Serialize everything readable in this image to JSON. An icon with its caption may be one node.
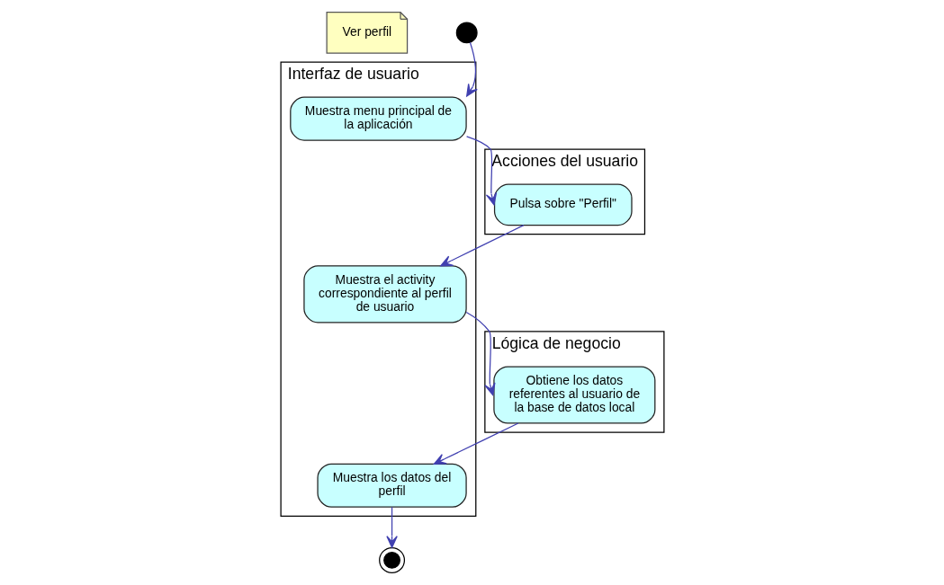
{
  "diagram": {
    "nodes": [
      {
        "text": [
          "Ver perfil"
        ]
      },
      {
        "text": [
          "Acciones del usuario"
        ]
      },
      {
        "text": [
          "Interfaz de usuario"
        ]
      },
      {
        "text": [
          "Lógica de negocio"
        ]
      },
      {
        "text": [],
        "shape": "circle"
      },
      {
        "text": [
          "Muestra menu principal de la aplicación"
        ],
        "in": 2
      },
      {
        "text": [
          "Pulsa sobre \"Perfil\""
        ],
        "in": 1
      },
      {
        "text": [
          "Muestra el activity correspondiente al perfil de usuario"
        ],
        "in": 2
      },
      {
        "text": [
          "Obtiene los datos referentes al usuario de la base de datos local"
        ],
        "in": 3
      },
      {
        "text": [
          "Muestra los datos del perfil"
        ],
        "in": 2
      },
      {
        "text": [],
        "shape": "circle"
      }
    ],
    "edges": [
      {
        "from": 4,
        "to": 5,
        "arrow": "to"
      },
      {
        "from": 5,
        "to": 6,
        "arrow": "to"
      },
      {
        "from": 6,
        "to": 7,
        "arrow": "to"
      },
      {
        "from": 7,
        "to": 8,
        "arrow": "to"
      },
      {
        "from": 8,
        "to": 9,
        "arrow": "to"
      },
      {
        "from": 9,
        "to": 10,
        "arrow": "to"
      }
    ]
  }
}
